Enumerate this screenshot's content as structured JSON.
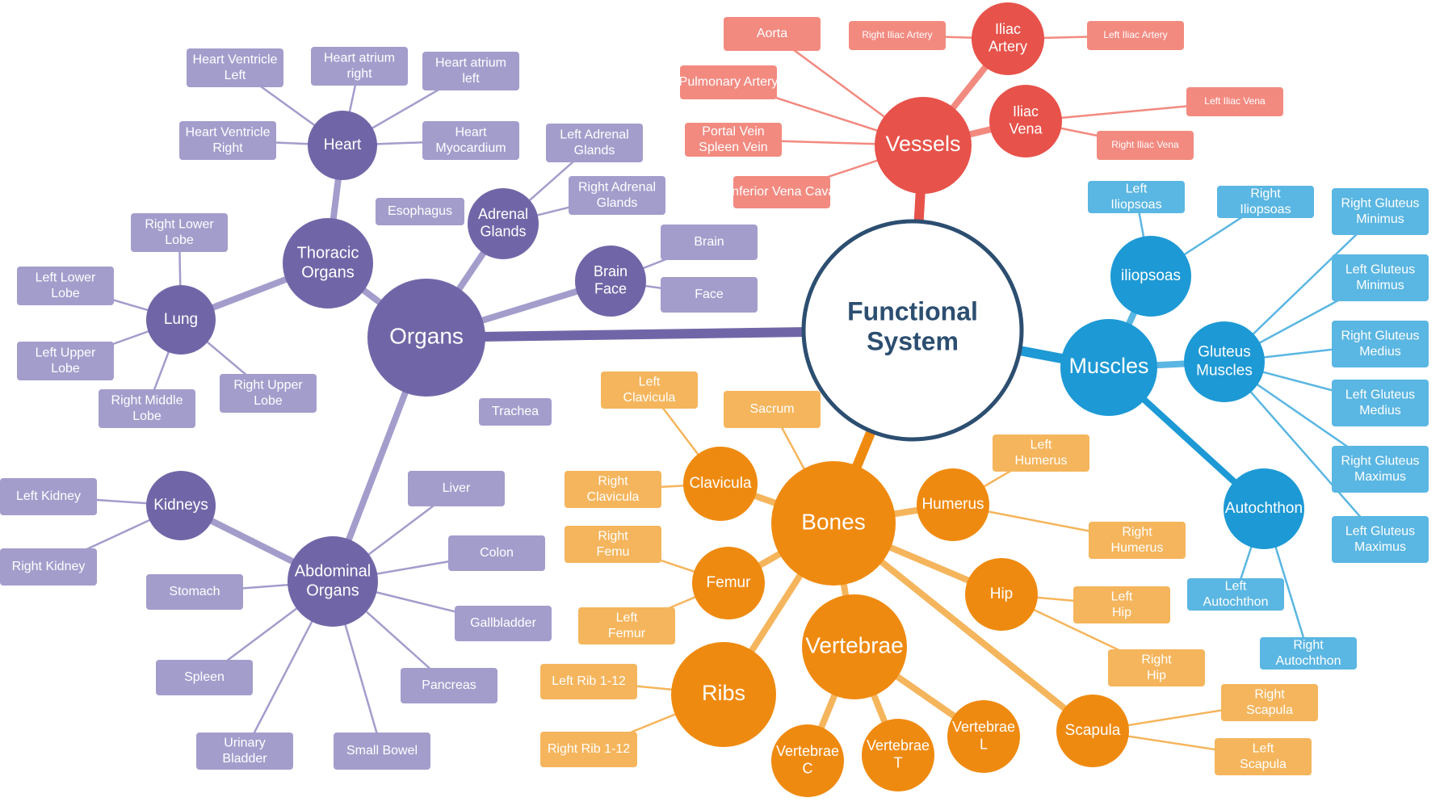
{
  "title_lines": [
    "Functional",
    "System"
  ],
  "colors": {
    "purple_hub": "#7066a7",
    "purple_leaf": "#a39dcc",
    "purple_line": "#a39dcc",
    "red_hub": "#e7524a",
    "red_leaf": "#f28a80",
    "red_line": "#f28a80",
    "blue_hub": "#1d99d5",
    "blue_leaf": "#5ab6e2",
    "blue_line": "#5ab6e2",
    "orange_hub": "#ef8a10",
    "orange_leaf": "#f5b55c",
    "orange_line": "#f5b55c",
    "center_stroke": "#2c4e70",
    "center_text": "#2c4e70"
  },
  "circles": [
    {
      "id": "organs",
      "lines": [
        "Organs"
      ],
      "color": "purple_hub"
    },
    {
      "id": "heart",
      "lines": [
        "Heart"
      ],
      "color": "purple_hub"
    },
    {
      "id": "thoracic",
      "lines": [
        "Thoracic",
        "Organs"
      ],
      "color": "purple_hub"
    },
    {
      "id": "lung",
      "lines": [
        "Lung"
      ],
      "color": "purple_hub"
    },
    {
      "id": "adrenal",
      "lines": [
        "Adrenal",
        "Glands"
      ],
      "color": "purple_hub"
    },
    {
      "id": "brainface",
      "lines": [
        "Brain",
        "Face"
      ],
      "color": "purple_hub"
    },
    {
      "id": "kidneys",
      "lines": [
        "Kidneys"
      ],
      "color": "purple_hub"
    },
    {
      "id": "abdominal",
      "lines": [
        "Abdominal",
        "Organs"
      ],
      "color": "purple_hub"
    },
    {
      "id": "vessels",
      "lines": [
        "Vessels"
      ],
      "color": "red_hub"
    },
    {
      "id": "iliacartery",
      "lines": [
        "Iliac",
        "Artery"
      ],
      "color": "red_hub"
    },
    {
      "id": "iliacvena",
      "lines": [
        "Iliac",
        "Vena"
      ],
      "color": "red_hub"
    },
    {
      "id": "muscles",
      "lines": [
        "Muscles"
      ],
      "color": "blue_hub"
    },
    {
      "id": "iliopsoas",
      "lines": [
        "iliopsoas"
      ],
      "color": "blue_hub"
    },
    {
      "id": "gluteus",
      "lines": [
        "Gluteus",
        "Muscles"
      ],
      "color": "blue_hub"
    },
    {
      "id": "autochthon",
      "lines": [
        "Autochthon"
      ],
      "color": "blue_hub"
    },
    {
      "id": "bones",
      "lines": [
        "Bones"
      ],
      "color": "orange_hub"
    },
    {
      "id": "clavicula",
      "lines": [
        "Clavicula"
      ],
      "color": "orange_hub"
    },
    {
      "id": "humerus",
      "lines": [
        "Humerus"
      ],
      "color": "orange_hub"
    },
    {
      "id": "femur",
      "lines": [
        "Femur"
      ],
      "color": "orange_hub"
    },
    {
      "id": "hip",
      "lines": [
        "Hip"
      ],
      "color": "orange_hub"
    },
    {
      "id": "vertebrae",
      "lines": [
        "Vertebrae"
      ],
      "color": "orange_hub"
    },
    {
      "id": "ribs",
      "lines": [
        "Ribs"
      ],
      "color": "orange_hub"
    },
    {
      "id": "scapula",
      "lines": [
        "Scapula"
      ],
      "color": "orange_hub"
    },
    {
      "id": "vertc",
      "lines": [
        "Vertebrae",
        "C"
      ],
      "color": "orange_hub"
    },
    {
      "id": "vertt",
      "lines": [
        "Vertebrae",
        "T"
      ],
      "color": "orange_hub"
    },
    {
      "id": "vertl",
      "lines": [
        "Vertebrae",
        "L"
      ],
      "color": "orange_hub"
    }
  ],
  "boxes": [
    {
      "id": "hv_left",
      "lines": [
        "Heart Ventricle",
        "Left"
      ],
      "color": "purple_leaf"
    },
    {
      "id": "ha_right",
      "lines": [
        "Heart atrium",
        "right"
      ],
      "color": "purple_leaf"
    },
    {
      "id": "ha_left",
      "lines": [
        "Heart atrium",
        "left"
      ],
      "color": "purple_leaf"
    },
    {
      "id": "hv_right",
      "lines": [
        "Heart Ventricle",
        "Right"
      ],
      "color": "purple_leaf"
    },
    {
      "id": "h_myo",
      "lines": [
        "Heart",
        "Myocardium"
      ],
      "color": "purple_leaf"
    },
    {
      "id": "left_adrenal",
      "lines": [
        "Left Adrenal",
        "Glands"
      ],
      "color": "purple_leaf"
    },
    {
      "id": "right_adrenal",
      "lines": [
        "Right Adrenal",
        "Glands"
      ],
      "color": "purple_leaf"
    },
    {
      "id": "esophagus",
      "lines": [
        "Esophagus"
      ],
      "color": "purple_leaf"
    },
    {
      "id": "brain",
      "lines": [
        "Brain"
      ],
      "color": "purple_leaf"
    },
    {
      "id": "face",
      "lines": [
        "Face"
      ],
      "color": "purple_leaf"
    },
    {
      "id": "rl_lobe",
      "lines": [
        "Right Lower",
        "Lobe"
      ],
      "color": "purple_leaf"
    },
    {
      "id": "ll_lobe",
      "lines": [
        "Left Lower",
        "Lobe"
      ],
      "color": "purple_leaf"
    },
    {
      "id": "lu_lobe",
      "lines": [
        "Left Upper",
        "Lobe"
      ],
      "color": "purple_leaf"
    },
    {
      "id": "rm_lobe",
      "lines": [
        "Right Middle",
        "Lobe"
      ],
      "color": "purple_leaf"
    },
    {
      "id": "ru_lobe",
      "lines": [
        "Right Upper",
        "Lobe"
      ],
      "color": "purple_leaf"
    },
    {
      "id": "trachea",
      "lines": [
        "Trachea"
      ],
      "color": "purple_leaf"
    },
    {
      "id": "left_kidney",
      "lines": [
        "Left Kidney"
      ],
      "color": "purple_leaf"
    },
    {
      "id": "right_kidney",
      "lines": [
        "Right Kidney"
      ],
      "color": "purple_leaf"
    },
    {
      "id": "liver",
      "lines": [
        "Liver"
      ],
      "color": "purple_leaf"
    },
    {
      "id": "colon",
      "lines": [
        "Colon"
      ],
      "color": "purple_leaf"
    },
    {
      "id": "stomach",
      "lines": [
        "Stomach"
      ],
      "color": "purple_leaf"
    },
    {
      "id": "gallbladder",
      "lines": [
        "Gallbladder"
      ],
      "color": "purple_leaf"
    },
    {
      "id": "spleen",
      "lines": [
        "Spleen"
      ],
      "color": "purple_leaf"
    },
    {
      "id": "pancreas",
      "lines": [
        "Pancreas"
      ],
      "color": "purple_leaf"
    },
    {
      "id": "urinary",
      "lines": [
        "Urinary",
        "Bladder"
      ],
      "color": "purple_leaf"
    },
    {
      "id": "small_bowel",
      "lines": [
        "Small Bowel"
      ],
      "color": "purple_leaf"
    },
    {
      "id": "aorta",
      "lines": [
        "Aorta"
      ],
      "color": "red_leaf"
    },
    {
      "id": "r_iliac_artery",
      "lines": [
        "Right Iliac Artery"
      ],
      "color": "red_leaf",
      "small": true
    },
    {
      "id": "l_iliac_artery",
      "lines": [
        "Left Iliac Artery"
      ],
      "color": "red_leaf",
      "small": true
    },
    {
      "id": "pulm_artery",
      "lines": [
        "Pulmonary Artery"
      ],
      "color": "red_leaf"
    },
    {
      "id": "portal_vein",
      "lines": [
        "Portal Vein",
        "Spleen Vein"
      ],
      "color": "red_leaf"
    },
    {
      "id": "ivc",
      "lines": [
        "Inferior Vena Cava"
      ],
      "color": "red_leaf"
    },
    {
      "id": "l_iliac_vena",
      "lines": [
        "Left Iliac Vena"
      ],
      "color": "red_leaf",
      "small": true
    },
    {
      "id": "r_iliac_vena",
      "lines": [
        "Right Iliac Vena"
      ],
      "color": "red_leaf",
      "small": true
    },
    {
      "id": "l_iliopsoas",
      "lines": [
        "Left",
        "Iliopsoas"
      ],
      "color": "blue_leaf"
    },
    {
      "id": "r_iliopsoas",
      "lines": [
        "Right",
        "Iliopsoas"
      ],
      "color": "blue_leaf"
    },
    {
      "id": "rg_min",
      "lines": [
        "Right Gluteus",
        "Minimus"
      ],
      "color": "blue_leaf"
    },
    {
      "id": "lg_min",
      "lines": [
        "Left Gluteus",
        "Minimus"
      ],
      "color": "blue_leaf"
    },
    {
      "id": "rg_med",
      "lines": [
        "Right Gluteus",
        "Medius"
      ],
      "color": "blue_leaf"
    },
    {
      "id": "lg_med",
      "lines": [
        "Left Gluteus",
        "Medius"
      ],
      "color": "blue_leaf"
    },
    {
      "id": "rg_max",
      "lines": [
        "Right Gluteus",
        "Maximus"
      ],
      "color": "blue_leaf"
    },
    {
      "id": "lg_max",
      "lines": [
        "Left Gluteus",
        "Maximus"
      ],
      "color": "blue_leaf"
    },
    {
      "id": "l_autochthon",
      "lines": [
        "Left",
        "Autochthon"
      ],
      "color": "blue_leaf"
    },
    {
      "id": "r_autochthon",
      "lines": [
        "Right",
        "Autochthon"
      ],
      "color": "blue_leaf"
    },
    {
      "id": "l_clavicula",
      "lines": [
        "Left",
        "Clavicula"
      ],
      "color": "orange_leaf"
    },
    {
      "id": "sacrum",
      "lines": [
        "Sacrum"
      ],
      "color": "orange_leaf"
    },
    {
      "id": "r_clavicula",
      "lines": [
        "Right",
        "Clavicula"
      ],
      "color": "orange_leaf"
    },
    {
      "id": "l_humerus",
      "lines": [
        "Left",
        "Humerus"
      ],
      "color": "orange_leaf"
    },
    {
      "id": "r_humerus",
      "lines": [
        "Right",
        "Humerus"
      ],
      "color": "orange_leaf"
    },
    {
      "id": "r_femu",
      "lines": [
        "Right",
        "Femu"
      ],
      "color": "orange_leaf"
    },
    {
      "id": "l_femur",
      "lines": [
        "Left",
        "Femur"
      ],
      "color": "orange_leaf"
    },
    {
      "id": "l_hip",
      "lines": [
        "Left",
        "Hip"
      ],
      "color": "orange_leaf"
    },
    {
      "id": "r_hip",
      "lines": [
        "Right",
        "Hip"
      ],
      "color": "orange_leaf"
    },
    {
      "id": "l_rib",
      "lines": [
        "Left Rib 1-12"
      ],
      "color": "orange_leaf"
    },
    {
      "id": "r_rib",
      "lines": [
        "Right Rib 1-12"
      ],
      "color": "orange_leaf"
    },
    {
      "id": "r_scapula",
      "lines": [
        "Right",
        "Scapula"
      ],
      "color": "orange_leaf"
    },
    {
      "id": "l_scapula",
      "lines": [
        "Left",
        "Scapula"
      ],
      "color": "orange_leaf"
    }
  ],
  "links": [
    [
      "center",
      "organs",
      "purple_hub"
    ],
    [
      "center",
      "vessels",
      "red_hub"
    ],
    [
      "center",
      "muscles",
      "blue_hub"
    ],
    [
      "center",
      "bones",
      "orange_hub"
    ],
    [
      "organs",
      "thoracic",
      "purple_line"
    ],
    [
      "organs",
      "adrenal",
      "purple_line"
    ],
    [
      "organs",
      "brainface",
      "purple_line"
    ],
    [
      "organs",
      "abdominal",
      "purple_line"
    ],
    [
      "thoracic",
      "heart",
      "purple_line"
    ],
    [
      "thoracic",
      "lung",
      "purple_line"
    ],
    [
      "heart",
      "hv_left",
      "purple_line"
    ],
    [
      "heart",
      "ha_right",
      "purple_line"
    ],
    [
      "heart",
      "ha_left",
      "purple_line"
    ],
    [
      "heart",
      "hv_right",
      "purple_line"
    ],
    [
      "heart",
      "h_myo",
      "purple_line"
    ],
    [
      "lung",
      "rl_lobe",
      "purple_line"
    ],
    [
      "lung",
      "ll_lobe",
      "purple_line"
    ],
    [
      "lung",
      "lu_lobe",
      "purple_line"
    ],
    [
      "lung",
      "rm_lobe",
      "purple_line"
    ],
    [
      "lung",
      "ru_lobe",
      "purple_line"
    ],
    [
      "adrenal",
      "left_adrenal",
      "purple_line"
    ],
    [
      "adrenal",
      "right_adrenal",
      "purple_line"
    ],
    [
      "brainface",
      "brain",
      "purple_line"
    ],
    [
      "brainface",
      "face",
      "purple_line"
    ],
    [
      "abdominal",
      "kidneys",
      "purple_line"
    ],
    [
      "kidneys",
      "left_kidney",
      "purple_line"
    ],
    [
      "kidneys",
      "right_kidney",
      "purple_line"
    ],
    [
      "abdominal",
      "liver",
      "purple_line"
    ],
    [
      "abdominal",
      "colon",
      "purple_line"
    ],
    [
      "abdominal",
      "stomach",
      "purple_line"
    ],
    [
      "abdominal",
      "gallbladder",
      "purple_line"
    ],
    [
      "abdominal",
      "spleen",
      "purple_line"
    ],
    [
      "abdominal",
      "pancreas",
      "purple_line"
    ],
    [
      "abdominal",
      "urinary",
      "purple_line"
    ],
    [
      "abdominal",
      "small_bowel",
      "purple_line"
    ],
    [
      "vessels",
      "aorta",
      "red_line"
    ],
    [
      "vessels",
      "pulm_artery",
      "red_line"
    ],
    [
      "vessels",
      "portal_vein",
      "red_line"
    ],
    [
      "vessels",
      "ivc",
      "red_line"
    ],
    [
      "vessels",
      "iliacartery",
      "red_line"
    ],
    [
      "vessels",
      "iliacvena",
      "red_line"
    ],
    [
      "iliacartery",
      "r_iliac_artery",
      "red_line"
    ],
    [
      "iliacartery",
      "l_iliac_artery",
      "red_line"
    ],
    [
      "iliacvena",
      "l_iliac_vena",
      "red_line"
    ],
    [
      "iliacvena",
      "r_iliac_vena",
      "red_line"
    ],
    [
      "muscles",
      "iliopsoas",
      "blue_line"
    ],
    [
      "muscles",
      "gluteus",
      "blue_line"
    ],
    [
      "muscles",
      "autochthon",
      "blue_hub"
    ],
    [
      "iliopsoas",
      "l_iliopsoas",
      "blue_line"
    ],
    [
      "iliopsoas",
      "r_iliopsoas",
      "blue_line"
    ],
    [
      "gluteus",
      "rg_min",
      "blue_line"
    ],
    [
      "gluteus",
      "lg_min",
      "blue_line"
    ],
    [
      "gluteus",
      "rg_med",
      "blue_line"
    ],
    [
      "gluteus",
      "lg_med",
      "blue_line"
    ],
    [
      "gluteus",
      "rg_max",
      "blue_line"
    ],
    [
      "gluteus",
      "lg_max",
      "blue_line"
    ],
    [
      "autochthon",
      "l_autochthon",
      "blue_line"
    ],
    [
      "autochthon",
      "r_autochthon",
      "blue_line"
    ],
    [
      "bones",
      "clavicula",
      "orange_line"
    ],
    [
      "bones",
      "sacrum",
      "orange_line"
    ],
    [
      "bones",
      "humerus",
      "orange_line"
    ],
    [
      "bones",
      "femur",
      "orange_line"
    ],
    [
      "bones",
      "hip",
      "orange_line"
    ],
    [
      "bones",
      "vertebrae",
      "orange_line"
    ],
    [
      "bones",
      "ribs",
      "orange_line"
    ],
    [
      "bones",
      "scapula",
      "orange_line"
    ],
    [
      "clavicula",
      "l_clavicula",
      "orange_line"
    ],
    [
      "clavicula",
      "r_clavicula",
      "orange_line"
    ],
    [
      "humerus",
      "l_humerus",
      "orange_line"
    ],
    [
      "humerus",
      "r_humerus",
      "orange_line"
    ],
    [
      "femur",
      "r_femu",
      "orange_line"
    ],
    [
      "femur",
      "l_femur",
      "orange_line"
    ],
    [
      "hip",
      "l_hip",
      "orange_line"
    ],
    [
      "hip",
      "r_hip",
      "orange_line"
    ],
    [
      "vertebrae",
      "vertc",
      "orange_line"
    ],
    [
      "vertebrae",
      "vertt",
      "orange_line"
    ],
    [
      "vertebrae",
      "vertl",
      "orange_line"
    ],
    [
      "ribs",
      "l_rib",
      "orange_line"
    ],
    [
      "ribs",
      "r_rib",
      "orange_line"
    ],
    [
      "scapula",
      "r_scapula",
      "orange_line"
    ],
    [
      "scapula",
      "l_scapula",
      "orange_line"
    ]
  ]
}
